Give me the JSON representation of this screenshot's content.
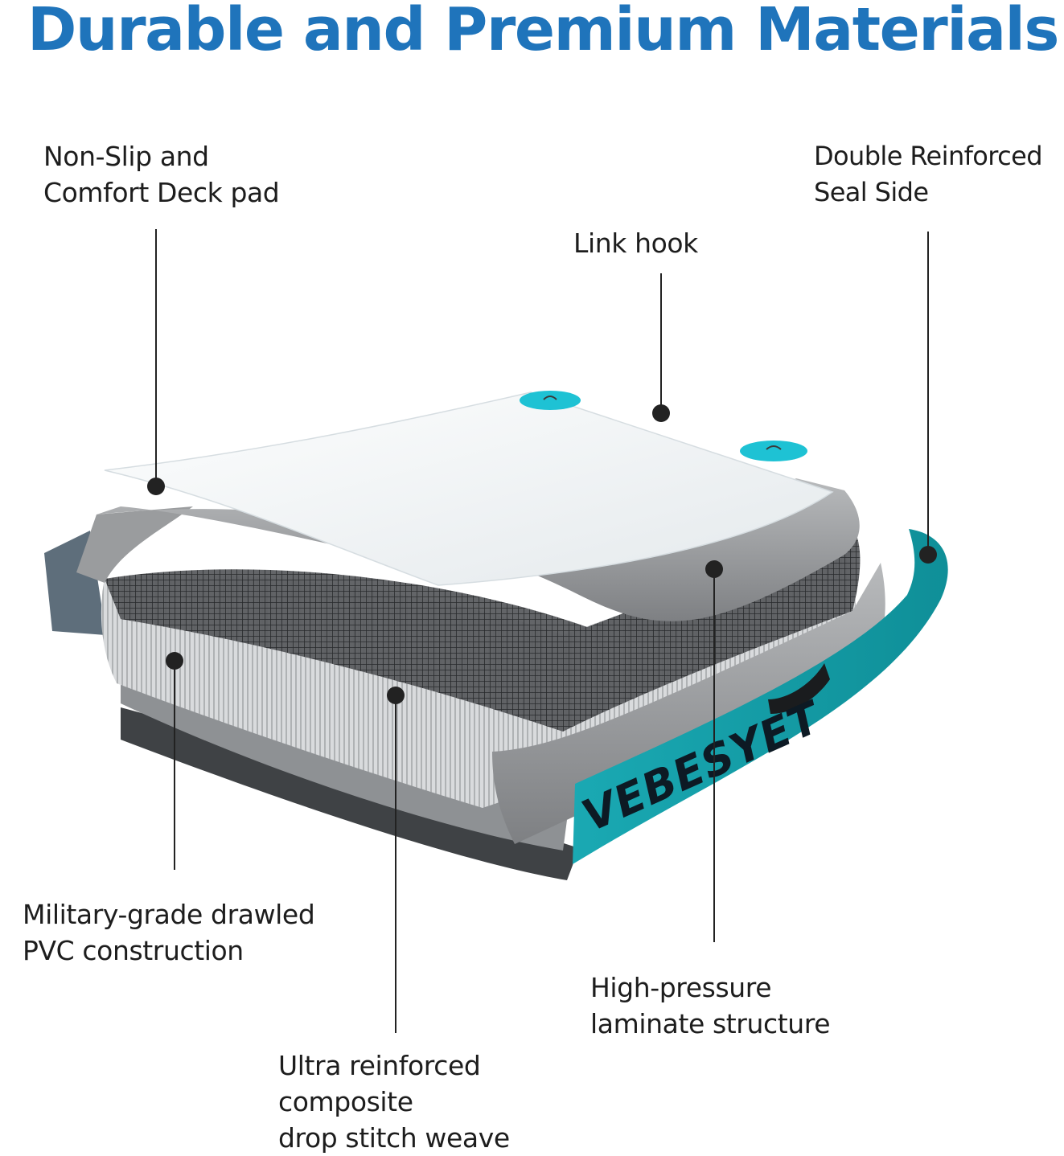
{
  "title": "Durable and Premium Materials",
  "brand_logo": "VEBESYET",
  "colors": {
    "title": "#1f74bb",
    "teal": "#16a8b2",
    "leader_line": "#222222",
    "hook": "#1ec2d4",
    "deck": "#f2f5f7",
    "grey_layer": "#9a9c9e",
    "dark_layer": "#3f4245"
  },
  "labels": {
    "deck_pad": {
      "line1": "Non-Slip and",
      "line2": "Comfort Deck pad"
    },
    "seal_side": {
      "line1": "Double Reinforced",
      "line2": "Seal Side"
    },
    "link_hook": {
      "line1": "Link hook"
    },
    "pvc": {
      "line1": "Military-grade drawled",
      "line2": "PVC construction"
    },
    "laminate": {
      "line1": "High-pressure",
      "line2": "laminate structure"
    },
    "drop_stitch": {
      "line1": "Ultra reinforced",
      "line2": "composite",
      "line3": "drop stitch weave"
    }
  }
}
